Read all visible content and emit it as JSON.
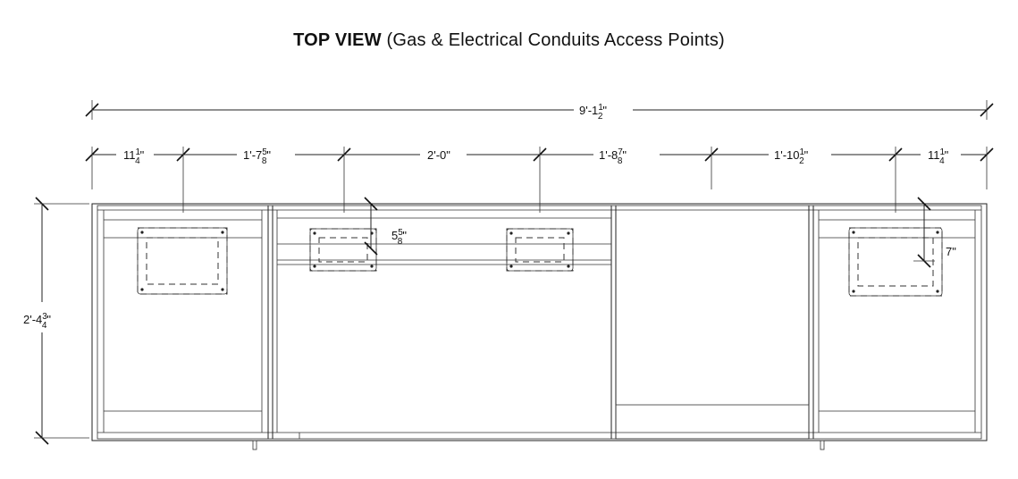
{
  "title": {
    "bold": "TOP VIEW",
    "rest": "(Gas & Electrical Conduits Access Points)"
  },
  "dimensions": {
    "overall_width": {
      "whole": "9'-1",
      "num": "1",
      "den": "2",
      "unit": "\""
    },
    "seg1": {
      "whole": "11",
      "num": "1",
      "den": "4",
      "unit": "\""
    },
    "seg2": {
      "whole": "1'-7",
      "num": "5",
      "den": "8",
      "unit": "\""
    },
    "seg3": {
      "whole": "2'-0\"",
      "num": "",
      "den": "",
      "unit": ""
    },
    "seg4": {
      "whole": "1'-8",
      "num": "7",
      "den": "8",
      "unit": "\""
    },
    "seg5": {
      "whole": "1'-10",
      "num": "1",
      "den": "2",
      "unit": "\""
    },
    "seg6": {
      "whole": "11",
      "num": "1",
      "den": "4",
      "unit": "\""
    },
    "depth": {
      "whole": "2'-4",
      "num": "3",
      "den": "4",
      "unit": "\""
    },
    "inset_a": {
      "whole": "5",
      "num": "5",
      "den": "8",
      "unit": "\""
    },
    "inset_b": {
      "whole": "7\"",
      "num": "",
      "den": "",
      "unit": ""
    }
  }
}
